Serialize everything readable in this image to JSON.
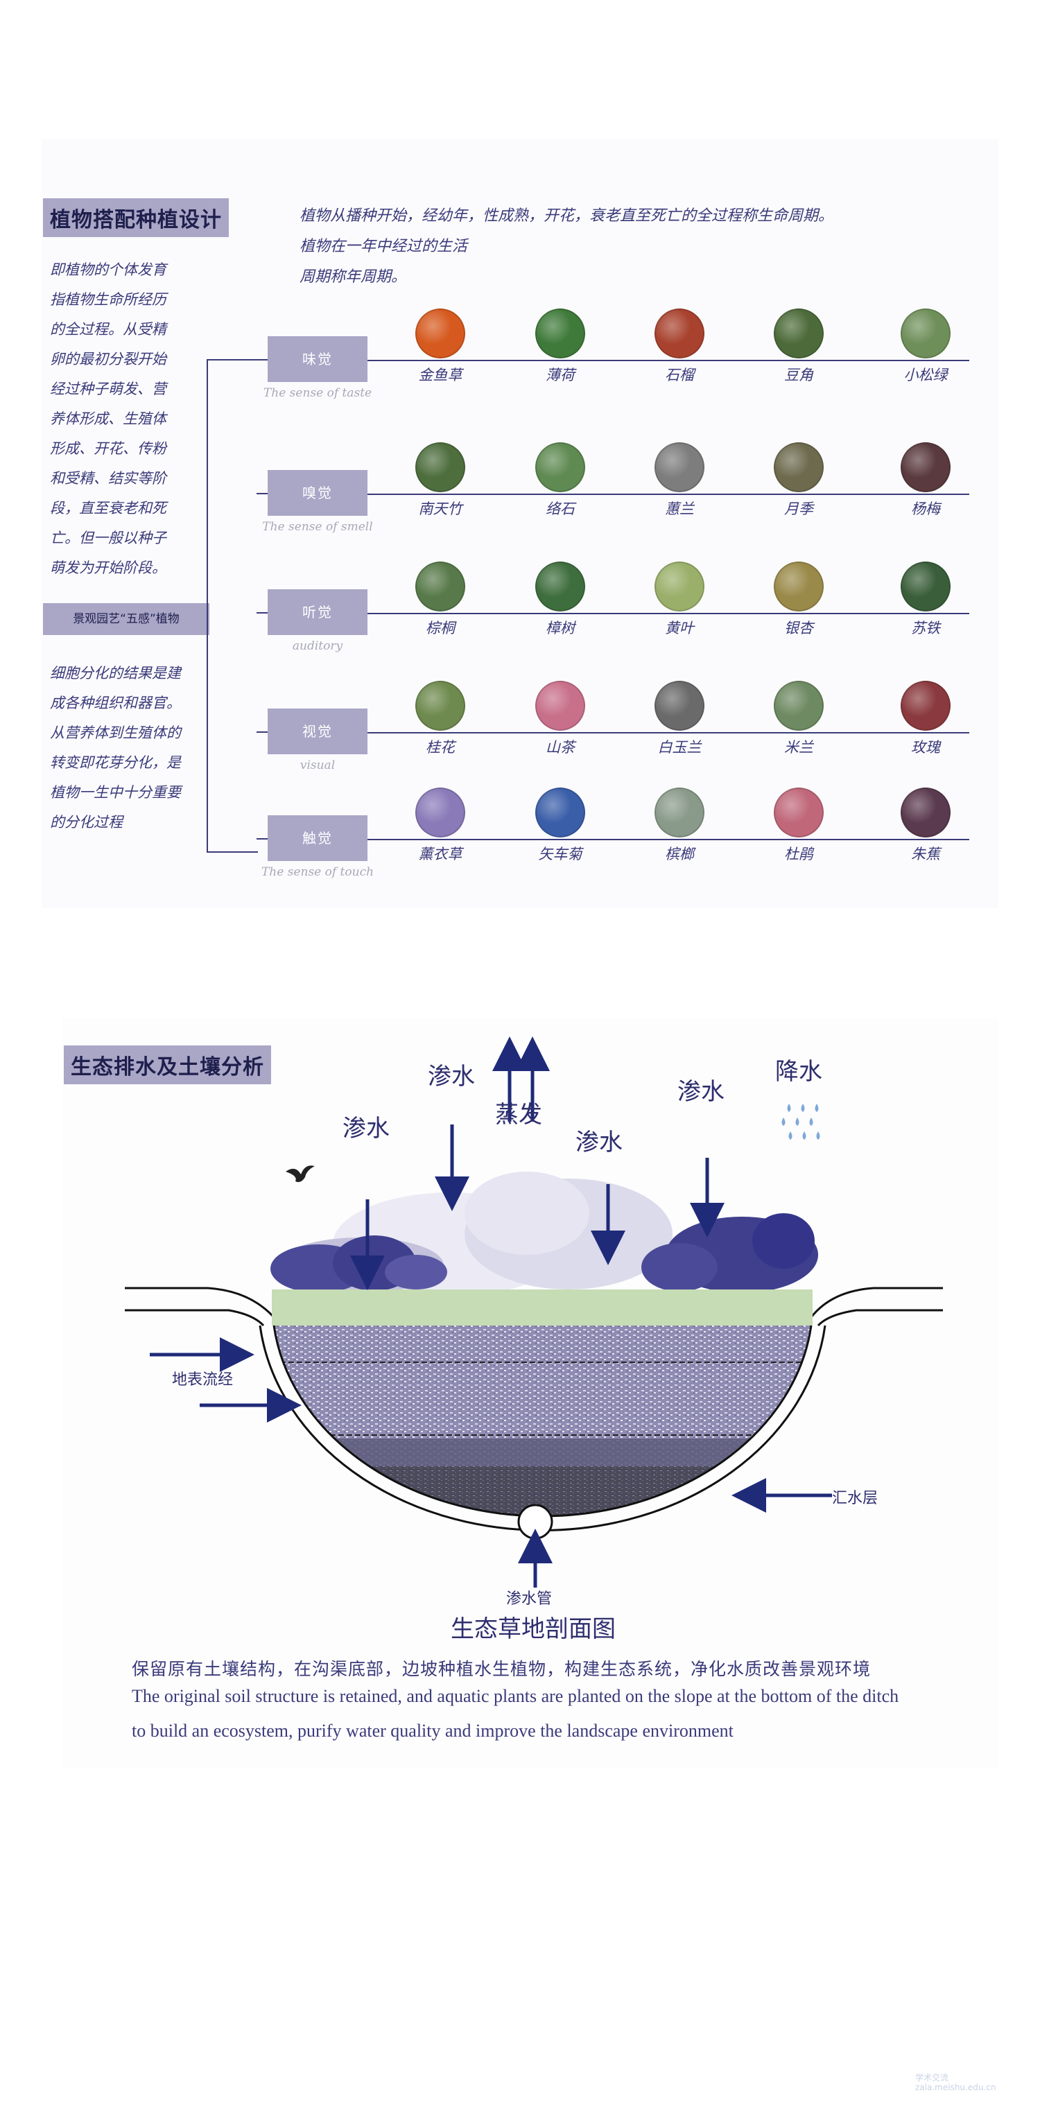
{
  "section1": {
    "title": "植物搭配种植设计",
    "intro_lines": [
      "植物从播种开始，经幼年，性成熟，开花，衰老直至死亡的全过程称生命周期。",
      "植物在一年中经过的生活",
      "周期称年周期。"
    ],
    "side_text_top": [
      "即植物的个体发育",
      "指植物生命所经历",
      "的全过程。从受精",
      "卵的最初分裂开始",
      "经过种子萌发、营",
      "养体形成、生殖体",
      "形成、开花、传粉",
      "和受精、结实等阶",
      "段，直至衰老和死",
      "亡。但一般以种子",
      "萌发为开始阶段。"
    ],
    "five_senses_label": "景观园艺“五感”植物",
    "side_text_bottom": [
      "细胞分化的结果是建",
      "成各种组织和器官。",
      "从营养体到生殖体的",
      "转变即花芽分化，是",
      "植物一生中十分重要",
      "的分化过程"
    ],
    "senses": [
      {
        "label": "味觉",
        "label_en": "The sense of taste",
        "plants": [
          {
            "name": "金鱼草",
            "color": "#d65a1f"
          },
          {
            "name": "薄荷",
            "color": "#3f7a3a"
          },
          {
            "name": "石榴",
            "color": "#a8422e"
          },
          {
            "name": "豆角",
            "color": "#4d6b3a"
          },
          {
            "name": "小松绿",
            "color": "#6f8f5a"
          }
        ]
      },
      {
        "label": "嗅觉",
        "label_en": "The sense of smell",
        "plants": [
          {
            "name": "南天竹",
            "color": "#4e6e3e"
          },
          {
            "name": "络石",
            "color": "#5f8a52"
          },
          {
            "name": "蕙兰",
            "color": "#7d7d7d"
          },
          {
            "name": "月季",
            "color": "#6d6a4e"
          },
          {
            "name": "杨梅",
            "color": "#5a3a3e"
          }
        ]
      },
      {
        "label": "听觉",
        "label_en": "auditory",
        "plants": [
          {
            "name": "棕桐",
            "color": "#587a4a"
          },
          {
            "name": "樟树",
            "color": "#3f6e3e"
          },
          {
            "name": "黄叶",
            "color": "#9ab06a"
          },
          {
            "name": "银杏",
            "color": "#9a8a4a"
          },
          {
            "name": "苏铁",
            "color": "#3a5e3a"
          }
        ]
      },
      {
        "label": "视觉",
        "label_en": "visual",
        "plants": [
          {
            "name": "桂花",
            "color": "#6e8a4e"
          },
          {
            "name": "山茶",
            "color": "#c8708a"
          },
          {
            "name": "白玉兰",
            "color": "#6a6a6a"
          },
          {
            "name": "米兰",
            "color": "#6e8a62"
          },
          {
            "name": "玫瑰",
            "color": "#8a3a3e"
          }
        ]
      },
      {
        "label": "触觉",
        "label_en": "The sense of touch",
        "plants": [
          {
            "name": "薰衣草",
            "color": "#8a7ab8"
          },
          {
            "name": "矢车菊",
            "color": "#3a5ea8"
          },
          {
            "name": "槟榔",
            "color": "#8a9a8a"
          },
          {
            "name": "杜鹃",
            "color": "#c0687a"
          },
          {
            "name": "朱蕉",
            "color": "#5a3a4e"
          }
        ]
      }
    ]
  },
  "section2": {
    "title": "生态排水及土壤分析",
    "labels": {
      "seep1": "渗水",
      "seep2": "渗水",
      "evaporation": "蒸发",
      "seep3": "渗水",
      "seep4": "渗水",
      "rain": "降水",
      "surface_runoff": "地表流经",
      "catchment": "汇水层",
      "seep_pipe": "渗水管"
    },
    "diagram_title": "生态草地剖面图",
    "caption_cn": "保留原有土壤结构，在沟渠底部，边坡种植水生植物，构建生态系统，净化水质改善景观环境",
    "caption_en_1": "The original soil structure is retained, and aquatic plants are planted on the slope at the bottom of the ditch",
    "caption_en_2": "to build an ecosystem, purify water quality and improve the landscape environment"
  },
  "watermark": {
    "line1": "学术交流",
    "line2": "zala.meishu.edu.cn"
  },
  "colors": {
    "accent": "#a9a6c6",
    "navy": "#1f2a78",
    "grass": "#c6dcb4",
    "soil": "#8a8aae",
    "deep_soil": "#3a3a48"
  }
}
